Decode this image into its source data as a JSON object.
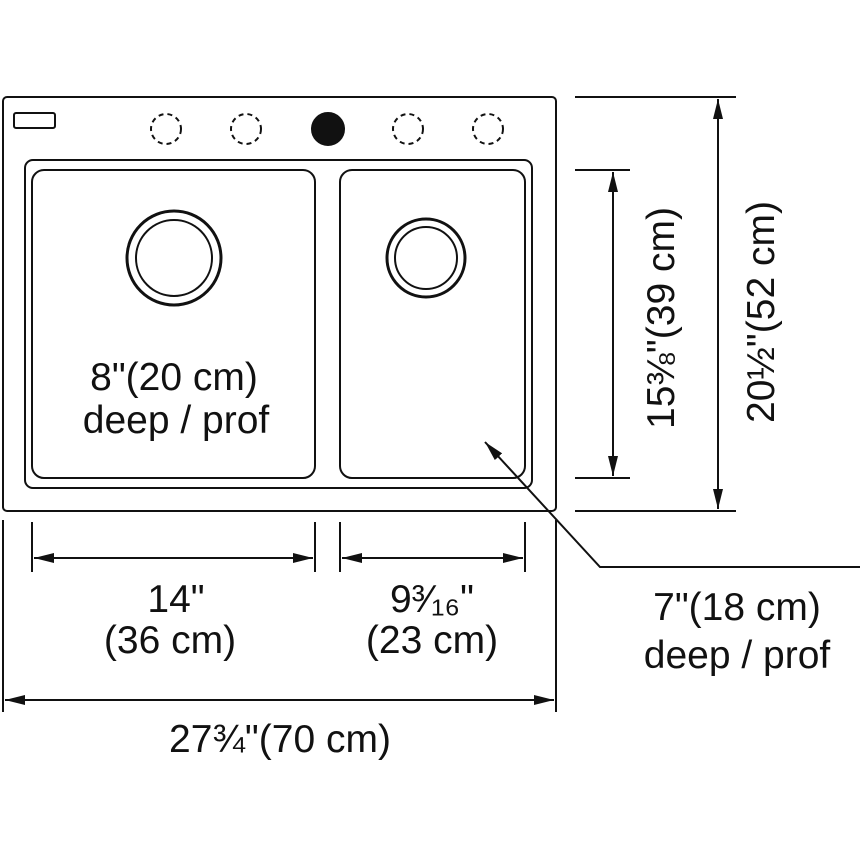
{
  "diagram": {
    "left_bowl": {
      "depth": "8\"(20 cm)",
      "depth_label": "deep / prof",
      "width_in": "14\"",
      "width_cm": "(36 cm)"
    },
    "right_bowl": {
      "depth": "7\"(18 cm)",
      "depth_label": "deep / prof",
      "width_in": "9³⁄₁₆\"",
      "width_cm": "(23 cm)"
    },
    "overall_width": "27¾\"(70 cm)",
    "bowl_length": "15⅜\"(39 cm)",
    "overall_length": "20½\"(52 cm)",
    "colors": {
      "line": "#111111",
      "background": "#ffffff"
    }
  }
}
